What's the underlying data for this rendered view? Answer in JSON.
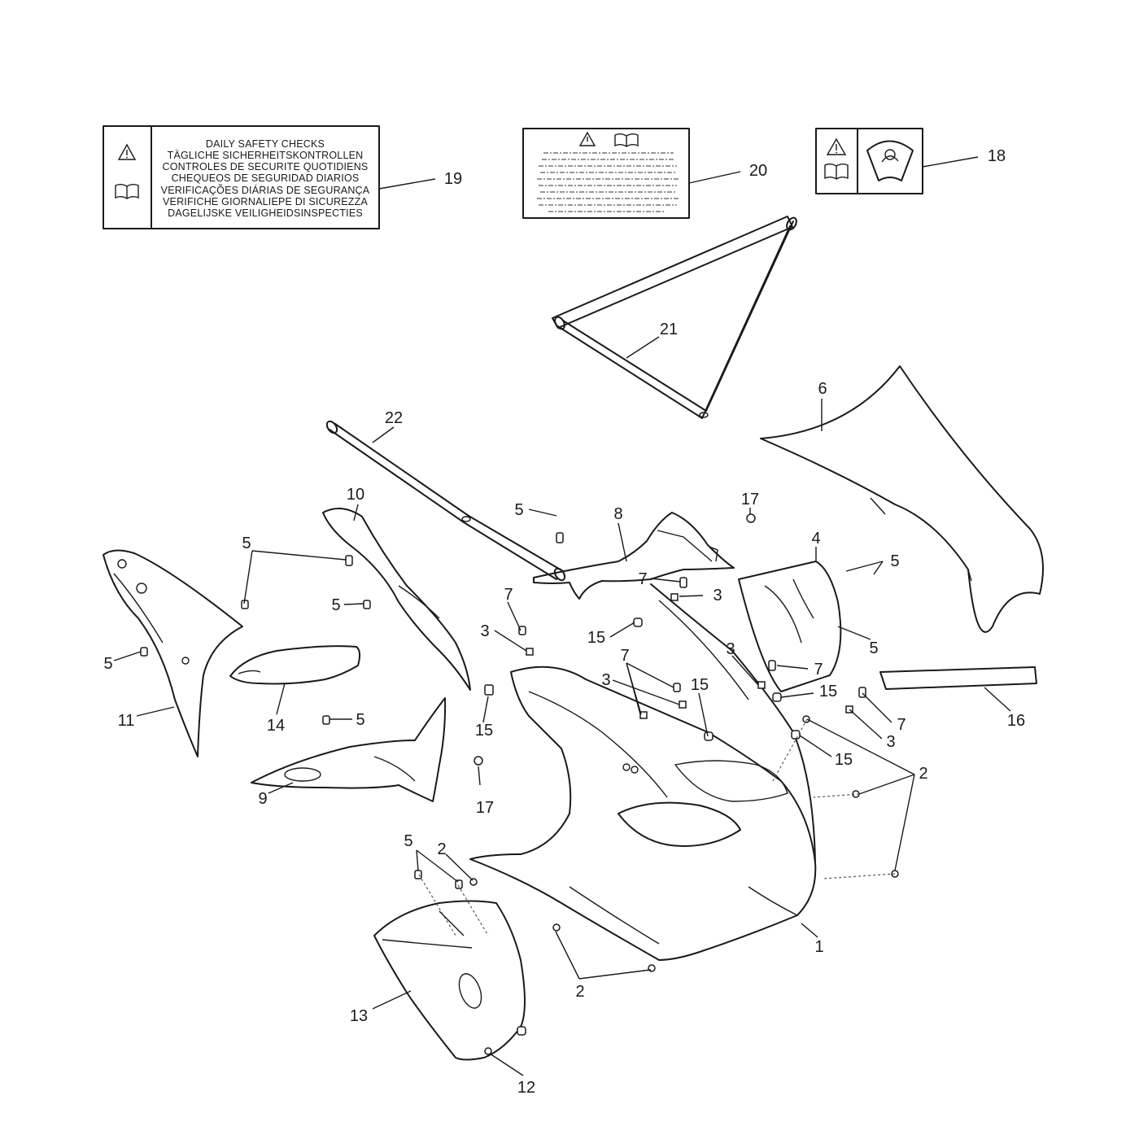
{
  "safety_label": {
    "lines": [
      "DAILY SAFETY CHECKS",
      "TÄGLICHE SICHERHEITSKONTROLLEN",
      "CONTROLES DE SECURITE QUOTIDIENS",
      "CHEQUEOS DE SEGURIDAD DIARIOS",
      "VERIFICAÇÕES DIÁRIAS DE SEGURANÇA",
      "VERIFICHE GIORNALIEPE DI SICUREZZA",
      "DAGELIJSKE VEILIGHEIDSINSPECTIES"
    ]
  },
  "callouts": [
    {
      "id": "c19",
      "text": "19"
    },
    {
      "id": "c20",
      "text": "20"
    },
    {
      "id": "c18",
      "text": "18"
    },
    {
      "id": "c21",
      "text": "21"
    },
    {
      "id": "c6",
      "text": "6"
    },
    {
      "id": "c22",
      "text": "22"
    },
    {
      "id": "c10",
      "text": "10"
    },
    {
      "id": "c8",
      "text": "8"
    },
    {
      "id": "c17a",
      "text": "17"
    },
    {
      "id": "c5a",
      "text": "5"
    },
    {
      "id": "c4",
      "text": "4"
    },
    {
      "id": "c5b",
      "text": "5"
    },
    {
      "id": "c5c",
      "text": "5"
    },
    {
      "id": "c7a",
      "text": "7"
    },
    {
      "id": "c3a",
      "text": "3"
    },
    {
      "id": "c5d",
      "text": "5"
    },
    {
      "id": "c7b",
      "text": "7"
    },
    {
      "id": "c15a",
      "text": "15"
    },
    {
      "id": "c3b",
      "text": "3"
    },
    {
      "id": "c5e",
      "text": "5"
    },
    {
      "id": "c3c",
      "text": "3"
    },
    {
      "id": "c7c",
      "text": "7"
    },
    {
      "id": "c5f",
      "text": "5"
    },
    {
      "id": "c7d",
      "text": "7"
    },
    {
      "id": "c3d",
      "text": "3"
    },
    {
      "id": "c15b",
      "text": "15"
    },
    {
      "id": "c15c",
      "text": "15"
    },
    {
      "id": "c16",
      "text": "16"
    },
    {
      "id": "c11",
      "text": "11"
    },
    {
      "id": "c14",
      "text": "14"
    },
    {
      "id": "c5g",
      "text": "5"
    },
    {
      "id": "c15d",
      "text": "15"
    },
    {
      "id": "c7e",
      "text": "7"
    },
    {
      "id": "c3e",
      "text": "3"
    },
    {
      "id": "c15e",
      "text": "15"
    },
    {
      "id": "c2a",
      "text": "2"
    },
    {
      "id": "c17b",
      "text": "17"
    },
    {
      "id": "c9",
      "text": "9"
    },
    {
      "id": "c5h",
      "text": "5"
    },
    {
      "id": "c2b",
      "text": "2"
    },
    {
      "id": "c1",
      "text": "1"
    },
    {
      "id": "c2c",
      "text": "2"
    },
    {
      "id": "c13",
      "text": "13"
    },
    {
      "id": "c12",
      "text": "12"
    }
  ]
}
